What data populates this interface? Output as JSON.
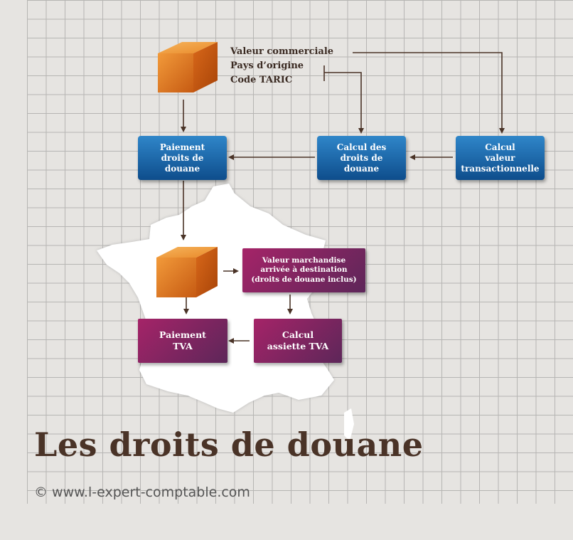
{
  "title": "Les droits de douane",
  "copyright": "© www.l-expert-comptable.com",
  "info_lines": [
    "Valeur commerciale",
    "Pays d’origine",
    "Code TARIC"
  ],
  "boxes": {
    "paiement_droits": "Paiement\ndroits de\ndouane",
    "calcul_droits": "Calcul des\ndroits de\ndouane",
    "calcul_valeur": "Calcul\nvaleur\ntransactionnelle",
    "valeur_marchandise": "Valeur marchandise\narrivée à destination\n(droits de douane inclus)",
    "paiement_tva": "Paiement\nTVA",
    "calcul_assiette": "Calcul\nassiette TVA"
  },
  "colors": {
    "blue_box": "#1a64a8",
    "purple_box": "#8a2462",
    "cube": "#e0721e",
    "arrow": "#4a3327",
    "map": "#ffffff",
    "title": "#4a3327"
  },
  "icons": [
    "cube-icon",
    "france-map"
  ]
}
